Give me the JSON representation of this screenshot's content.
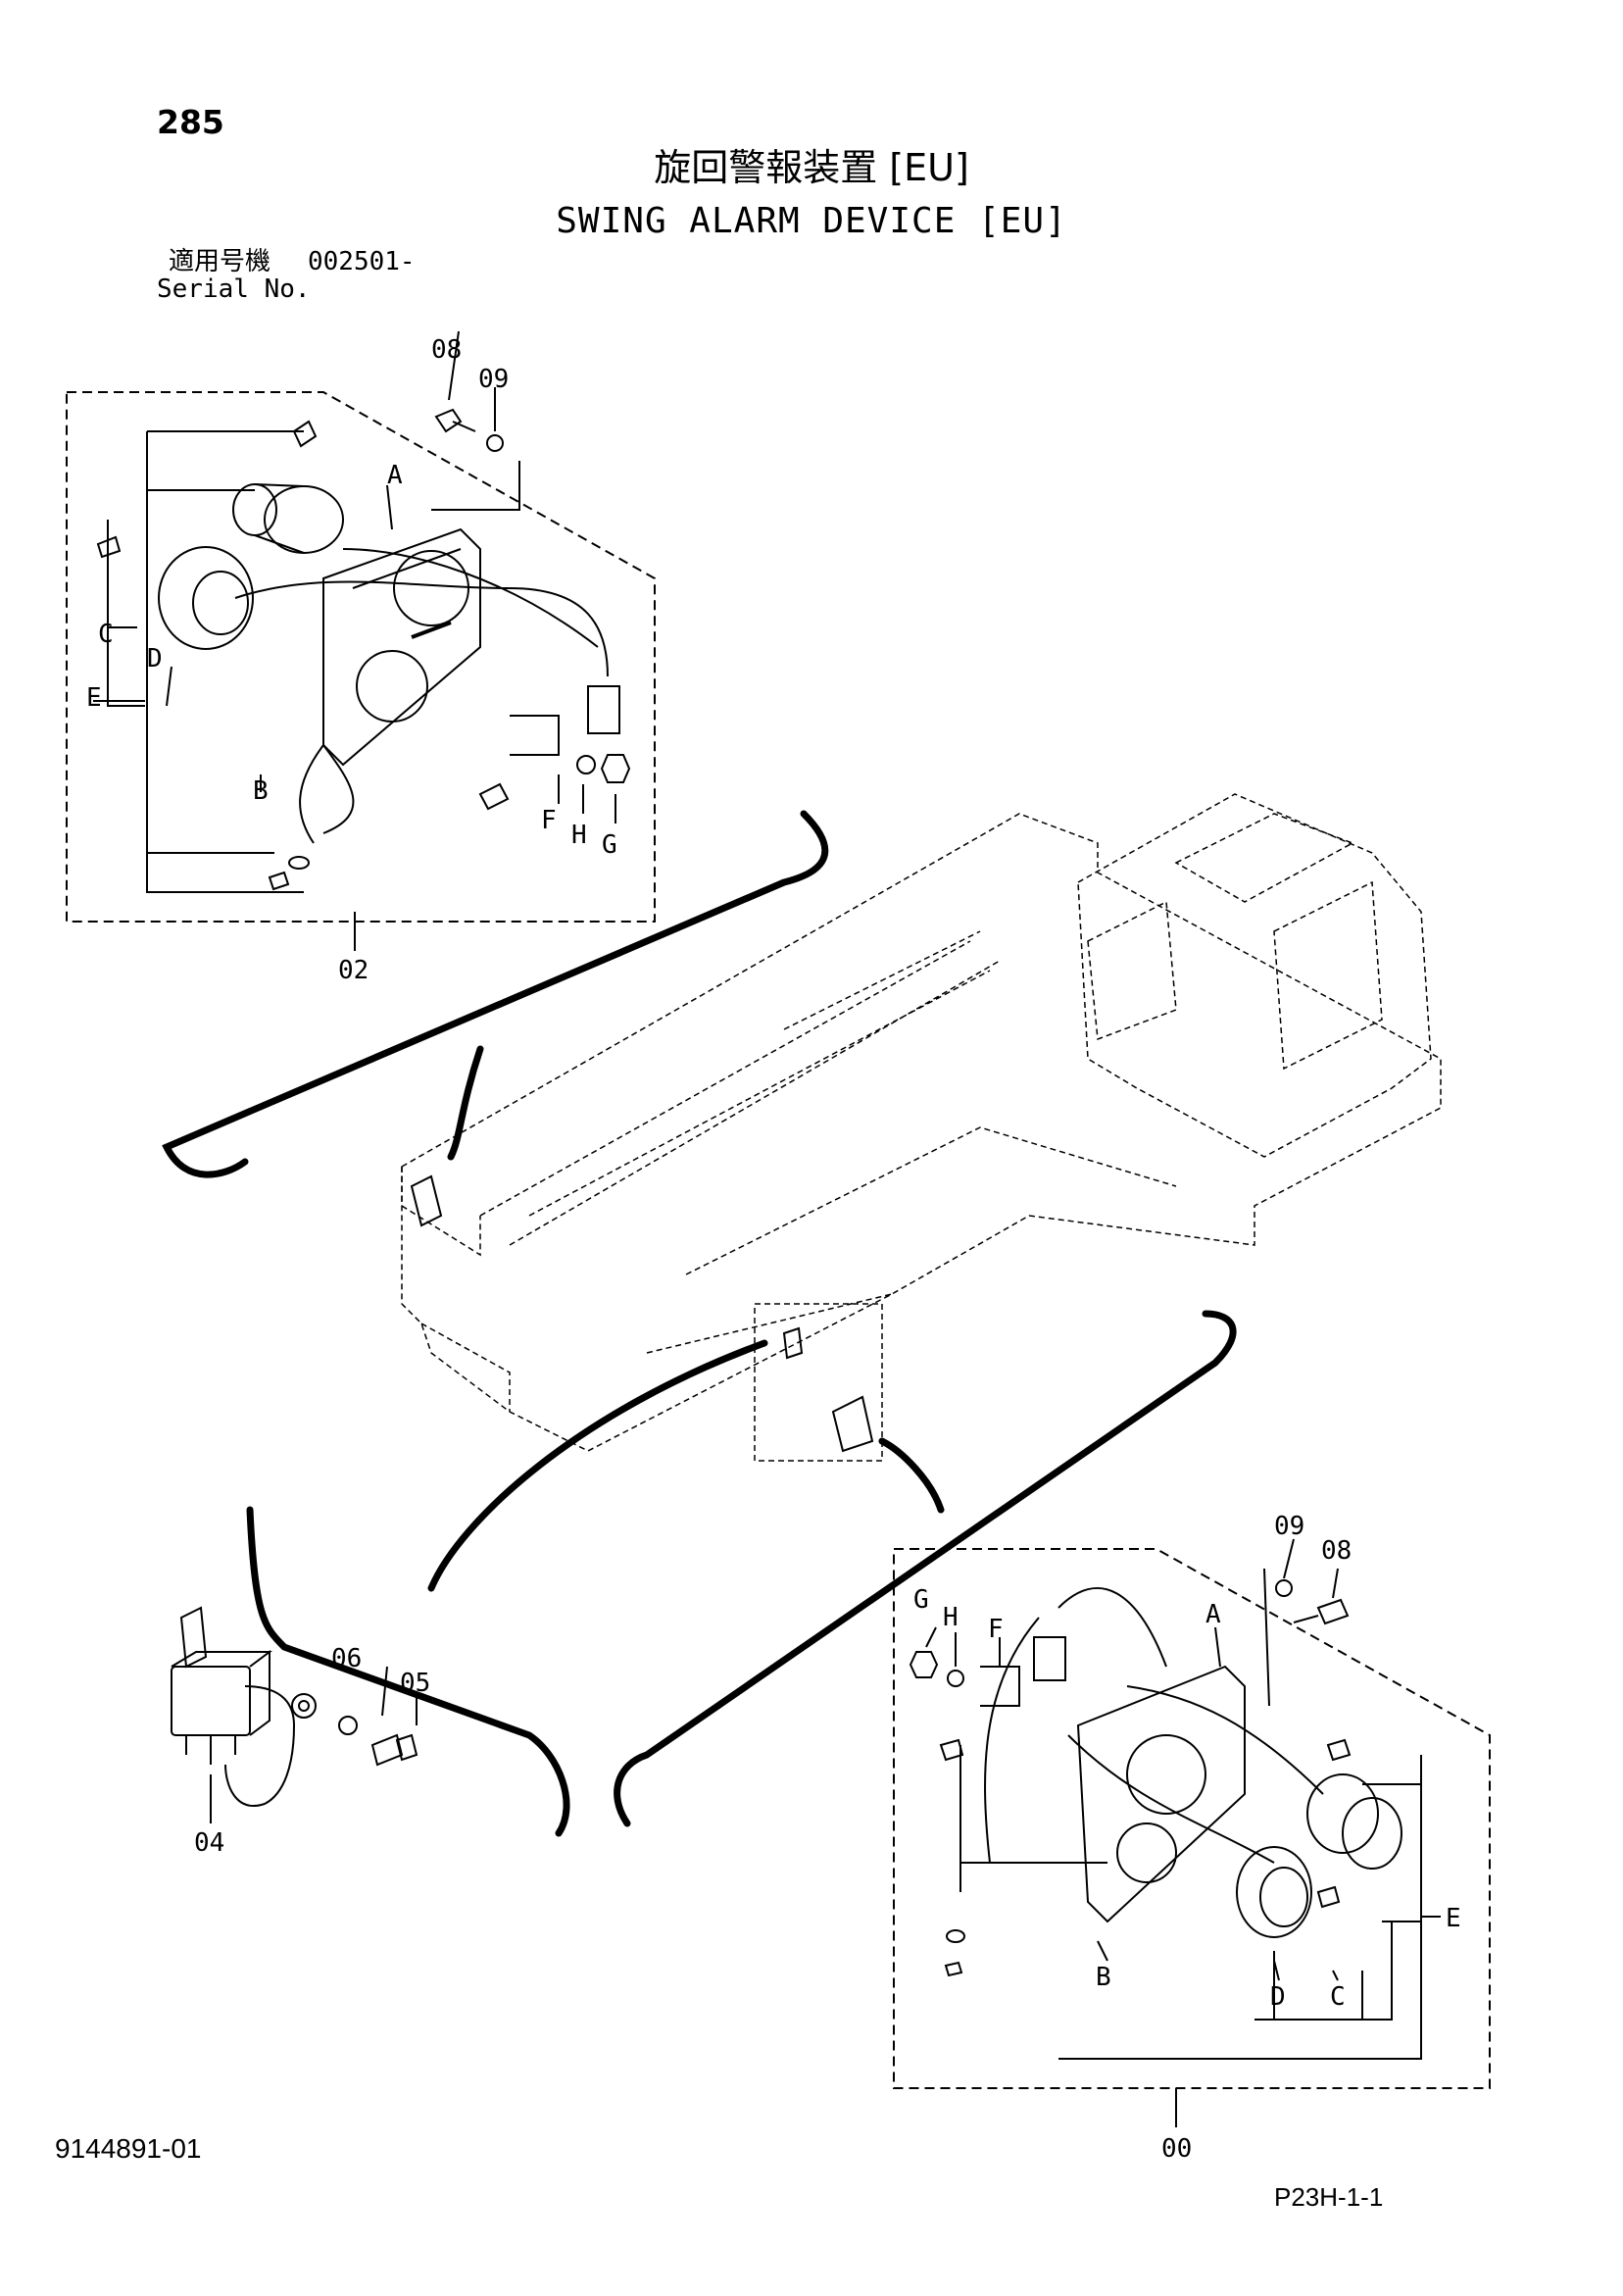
{
  "page_number": "285",
  "title_jp": "旋回警報装置 [EU]",
  "title_en": "SWING ALARM DEVICE [EU]",
  "serial_label_jp": "適用号機",
  "serial_value": "002501-",
  "serial_label_en": "Serial No.",
  "doc_number": "9144891-01",
  "page_code": "P23H-1-1",
  "callouts": {
    "p08_top": "08",
    "p09_top": "09",
    "A_top": "A",
    "C_top": "C",
    "D_top": "D",
    "E_top": "E",
    "B_top": "B",
    "F_top": "F",
    "H_top": "H",
    "G_top": "G",
    "p02": "02",
    "p09_bot": "09",
    "p08_bot": "08",
    "G_bot": "G",
    "H_bot": "H",
    "F_bot": "F",
    "A_bot": "A",
    "E_bot": "E",
    "B_bot": "B",
    "D_bot": "D",
    "C_bot": "C",
    "p00": "00",
    "p06": "06",
    "p05": "05",
    "p04": "04"
  }
}
